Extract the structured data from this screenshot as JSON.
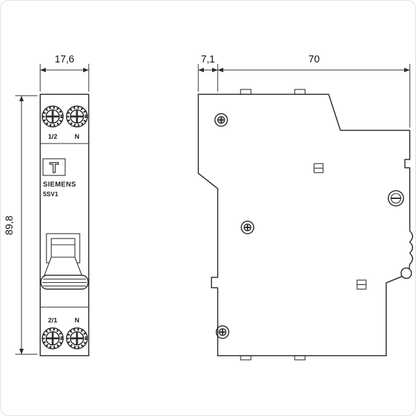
{
  "front_view": {
    "width_dim": "17,6",
    "height_dim": "89,8",
    "brand": "SIEMENS",
    "model": "5SV1",
    "test_mark": "T",
    "terminal_top_left": "1/2",
    "terminal_top_right": "N",
    "terminal_bottom_left": "2/1",
    "terminal_bottom_right": "N"
  },
  "side_view": {
    "front_depth_dim": "7,1",
    "overall_depth_dim": "70"
  }
}
